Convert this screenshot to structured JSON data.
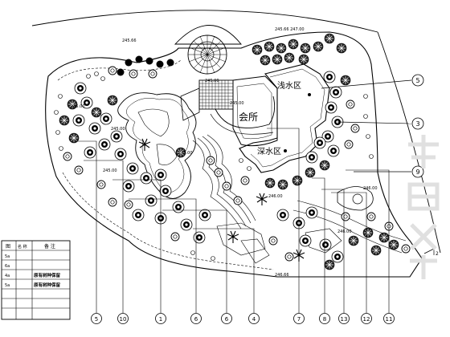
{
  "plan": {
    "zones": {
      "shallow": "浅水区",
      "deep": "深水区",
      "hall": "会所"
    },
    "elevations": [
      {
        "id": "e1",
        "text": "245.66"
      },
      {
        "id": "e2",
        "text": "245.66  247.00"
      },
      {
        "id": "e3",
        "text": "245.00"
      },
      {
        "id": "e4",
        "text": "245.00"
      },
      {
        "id": "e5",
        "text": "245.00"
      },
      {
        "id": "e6",
        "text": "245.00"
      },
      {
        "id": "e7",
        "text": "245.00"
      },
      {
        "id": "e8",
        "text": "245.00"
      },
      {
        "id": "e9",
        "text": "246.00"
      },
      {
        "id": "e10",
        "text": "246.00"
      },
      {
        "id": "e11",
        "text": "246.00"
      },
      {
        "id": "e12",
        "text": "246.66"
      }
    ],
    "right_callouts": [
      "5",
      "3",
      "9"
    ],
    "bottom_callouts": [
      "5",
      "10",
      "1",
      "6",
      "6",
      "4",
      "7",
      "8",
      "13",
      "12",
      "11"
    ],
    "compass": "2"
  },
  "legend": {
    "headers": [
      "图",
      "名 称",
      "备 注"
    ],
    "rows": [
      {
        "code": "5a",
        "name": "",
        "note": ""
      },
      {
        "code": "6a",
        "name": "",
        "note": ""
      },
      {
        "code": "4a",
        "name": "",
        "note": "原有树种保留"
      },
      {
        "code": "5a",
        "name": "",
        "note": "原有树种保留"
      }
    ]
  }
}
